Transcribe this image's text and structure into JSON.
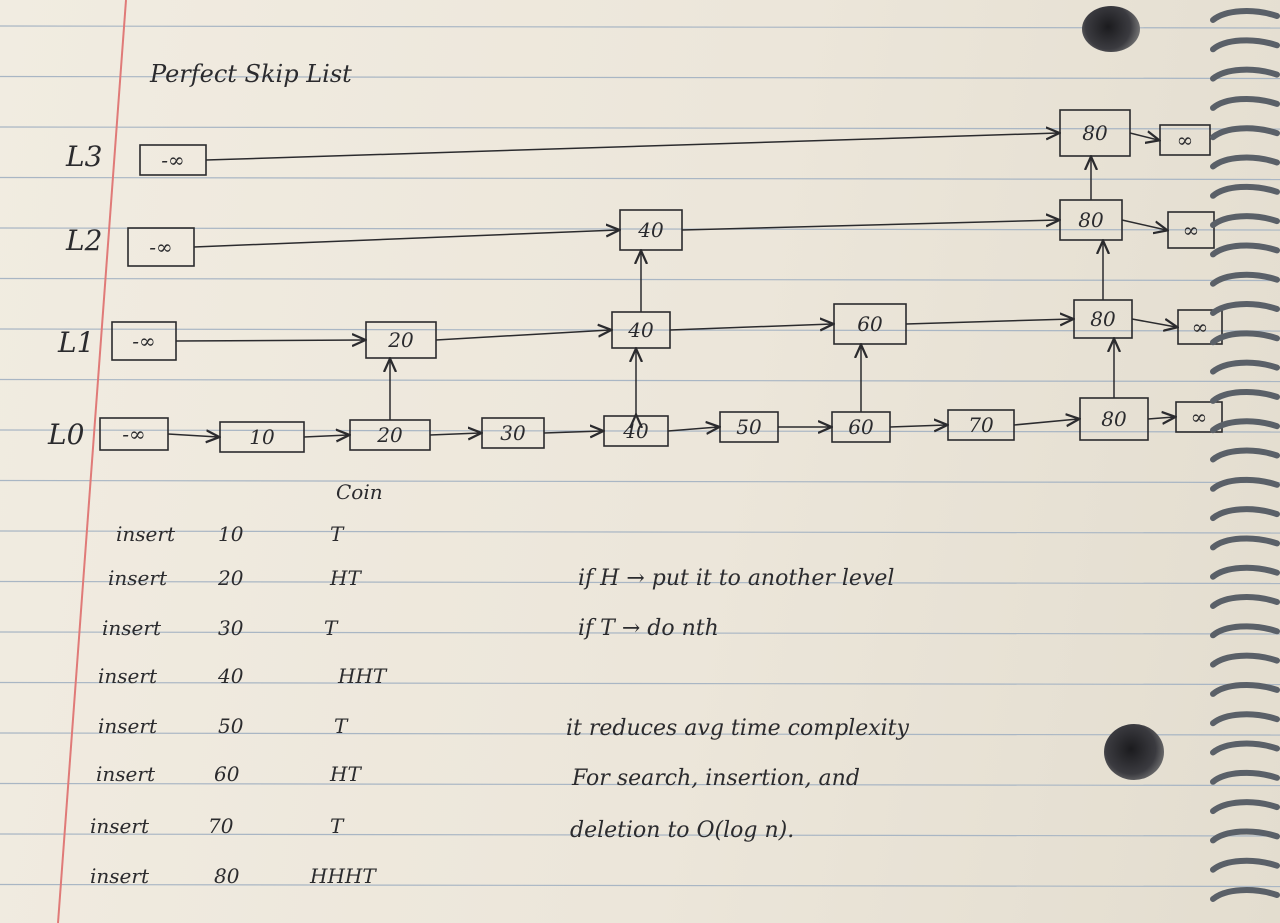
{
  "title": "Perfect Skip List",
  "levels": [
    "L3",
    "L2",
    "L1",
    "L0"
  ],
  "nodes": {
    "L3": [
      "-∞",
      "80",
      "∞"
    ],
    "L2": [
      "-∞",
      "40",
      "80",
      "∞"
    ],
    "L1": [
      "-∞",
      "20",
      "40",
      "60",
      "80",
      "∞"
    ],
    "L0": [
      "-∞",
      "10",
      "20",
      "30",
      "40",
      "50",
      "60",
      "70",
      "80",
      "∞"
    ]
  },
  "table": {
    "coin_header": "Coin",
    "rows": [
      {
        "op": "insert",
        "value": "10",
        "coin": "T"
      },
      {
        "op": "insert",
        "value": "20",
        "coin": "HT"
      },
      {
        "op": "insert",
        "value": "30",
        "coin": "T"
      },
      {
        "op": "insert",
        "value": "40",
        "coin": "HHT"
      },
      {
        "op": "insert",
        "value": "50",
        "coin": "T"
      },
      {
        "op": "insert",
        "value": "60",
        "coin": "HT"
      },
      {
        "op": "insert",
        "value": "70",
        "coin": "T"
      },
      {
        "op": "insert",
        "value": "80",
        "coin": "HHHT"
      }
    ]
  },
  "rules": [
    "if H → put it to another level",
    "if T → do nth"
  ],
  "notes": [
    "it reduces avg time complexity",
    "For search, insertion, and",
    "deletion to O(log n)."
  ],
  "colors": {
    "ink": "#2b2b2e",
    "rule_line": "#a9b6c4",
    "margin_line": "#e07a78"
  }
}
